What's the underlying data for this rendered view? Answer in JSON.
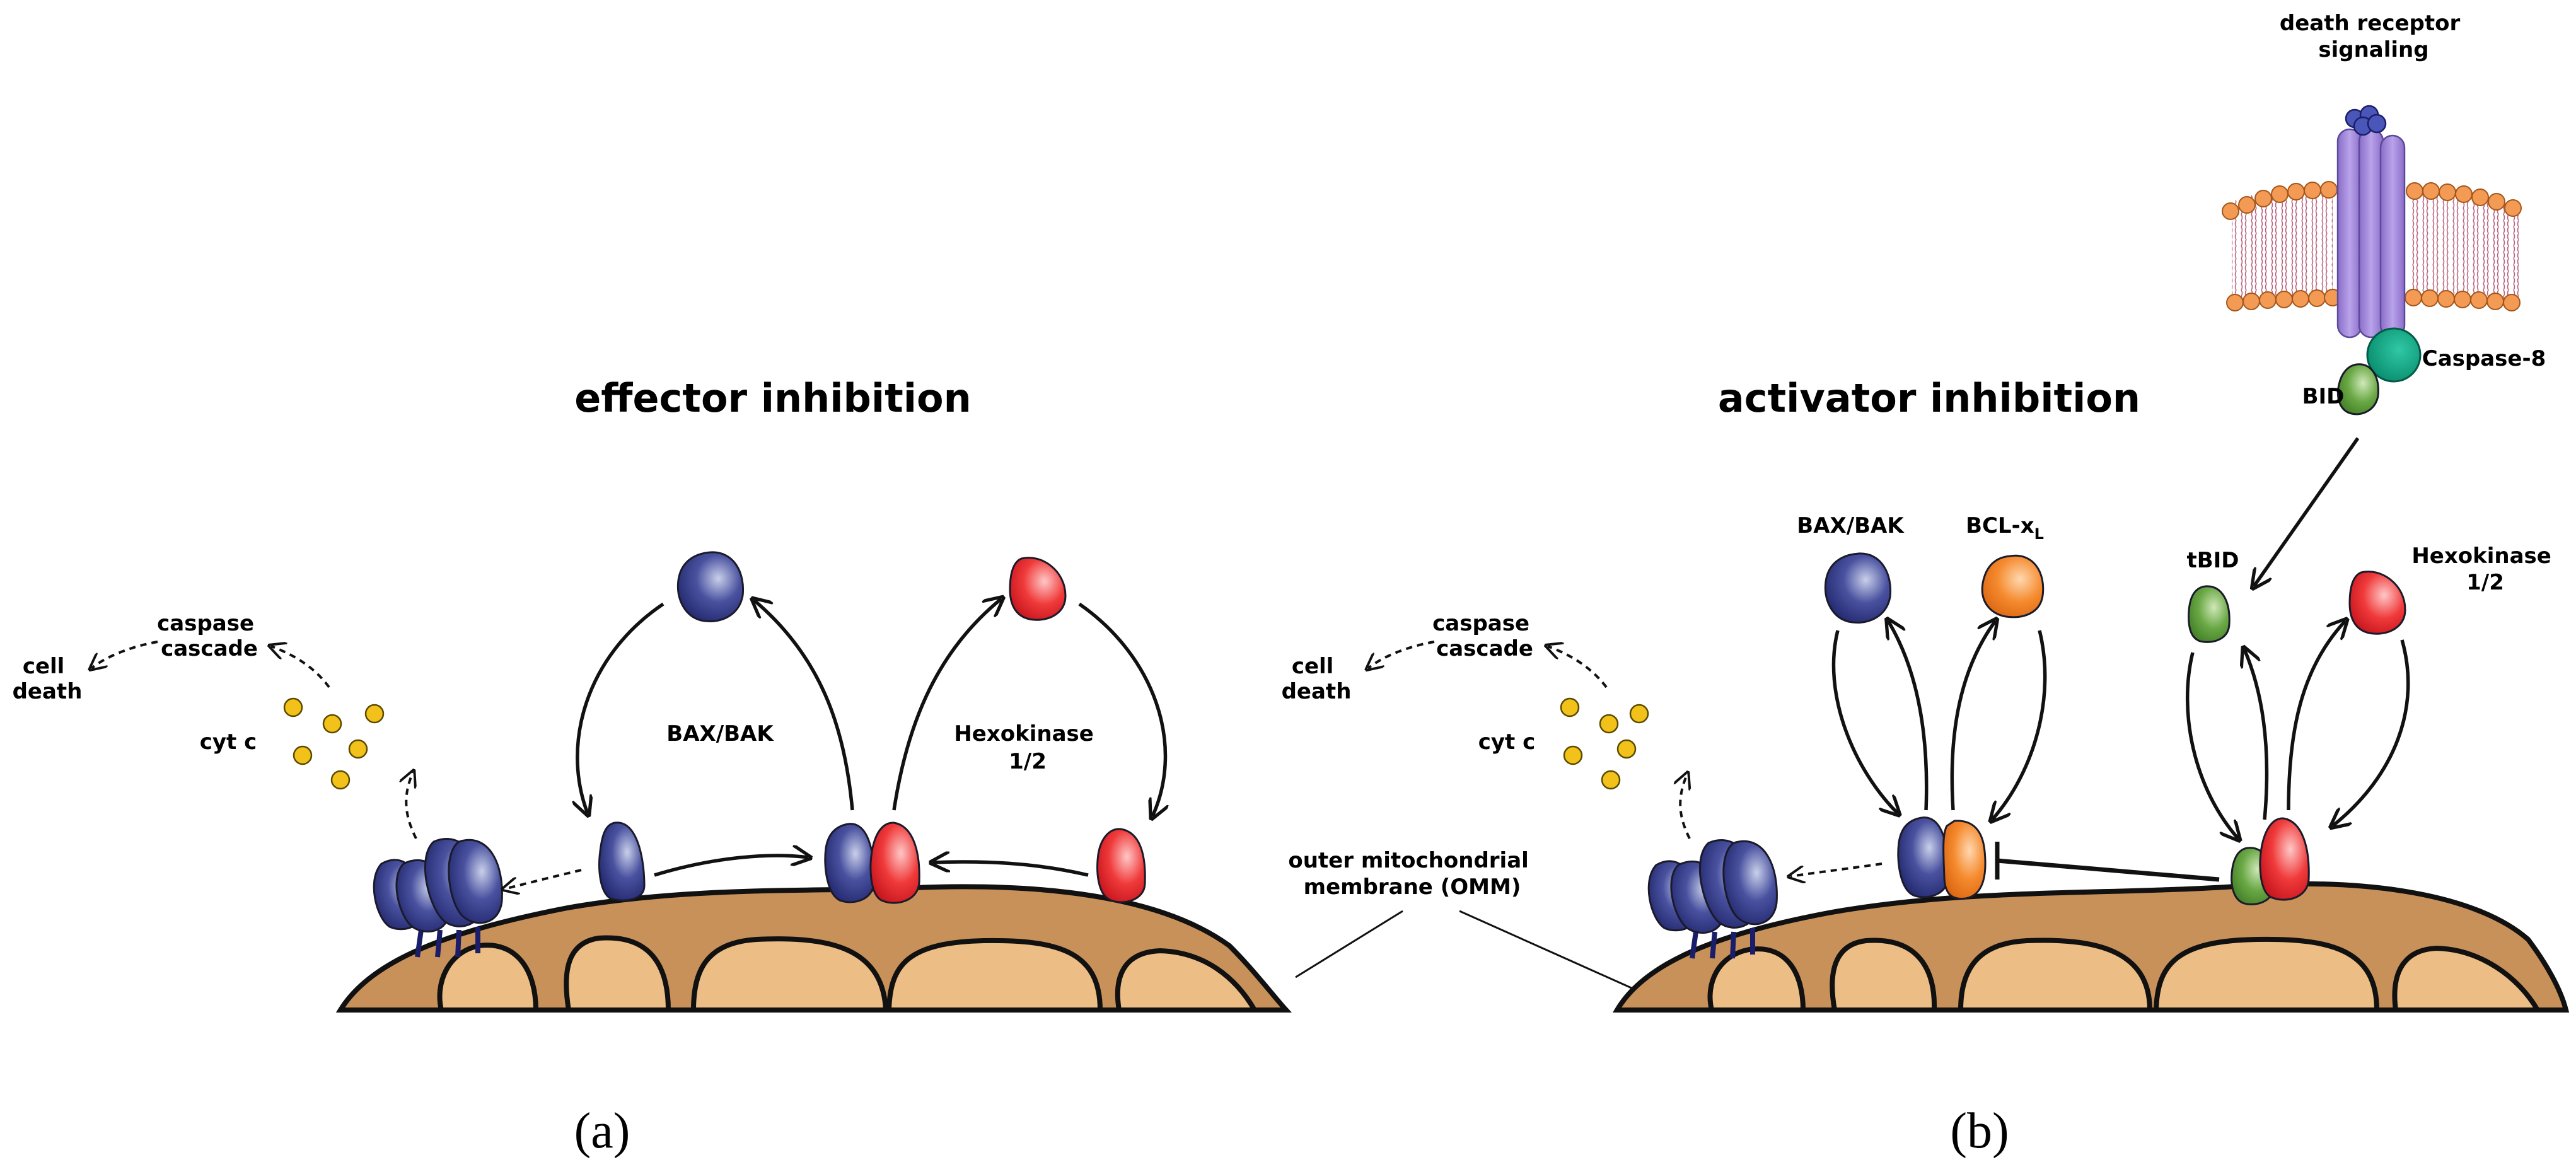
{
  "panel_a": {
    "title": "effector inhibition",
    "label": "(a)",
    "bax_bak": "BAX/BAK",
    "hexokinase": [
      "Hexokinase",
      "1/2"
    ],
    "cyt_c": "cyt c",
    "caspase_cascade": [
      "caspase",
      "cascade"
    ],
    "cell_death": [
      "cell",
      "death"
    ]
  },
  "panel_b": {
    "title": "activator inhibition",
    "label": "(b)",
    "bax_bak": "BAX/BAK",
    "bcl_xl": "BCL-x",
    "bcl_xl_sub": "L",
    "tbid": "tBID",
    "bid": "BID",
    "caspase_8": "Caspase-8",
    "hexokinase": [
      "Hexokinase",
      "1/2"
    ],
    "cyt_c": "cyt c",
    "caspase_cascade": [
      "caspase",
      "cascade"
    ],
    "cell_death": [
      "cell",
      "death"
    ],
    "death_receptor": [
      "death receptor",
      "signaling"
    ]
  },
  "omm_label": [
    "outer mitochondrial",
    "membrane (OMM)"
  ],
  "colors": {
    "bax_bak": "#28307a",
    "hexokinase": "#e8202a",
    "bcl_xl": "#f07a1e",
    "bid": "#5c9a3a",
    "caspase_8": "#0a9a7a",
    "cyt_c": "#f2c21a",
    "receptor": "#9a80d8",
    "mitochondrion": "#c9915a",
    "cristae": "#ecbd85"
  }
}
